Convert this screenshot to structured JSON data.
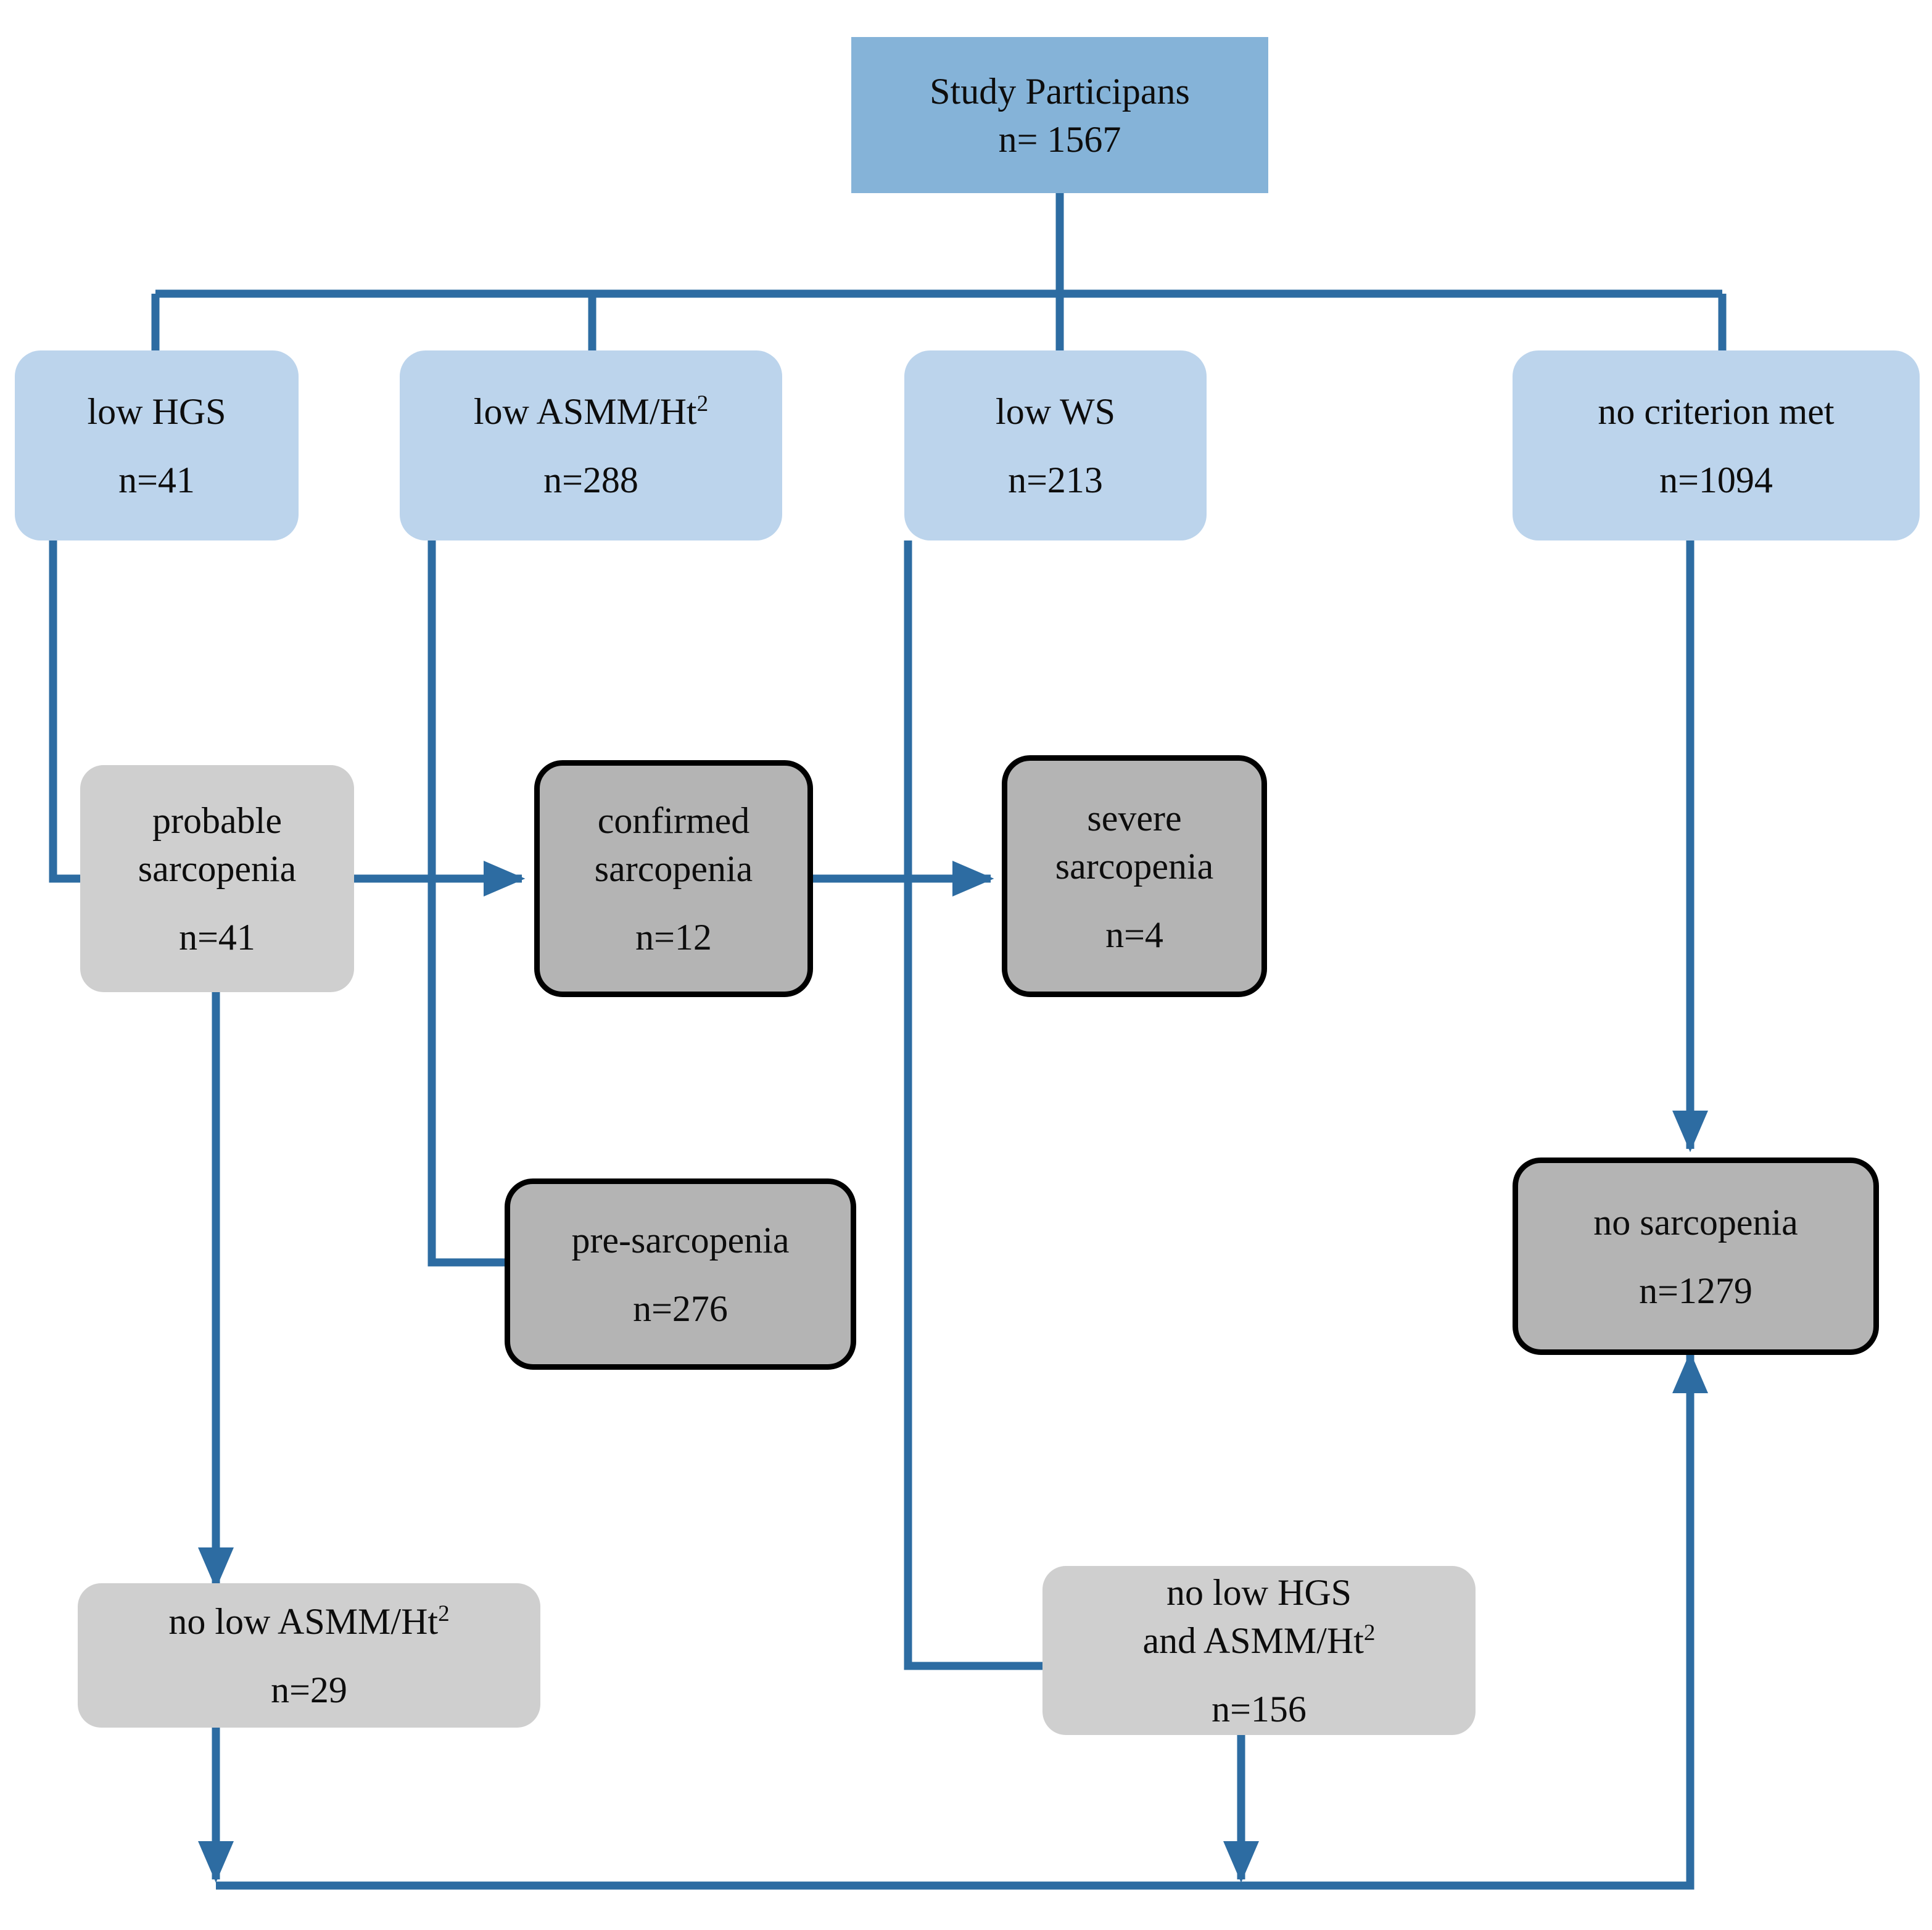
{
  "diagram": {
    "title": "Sarcopenia case-finding flowchart",
    "colors": {
      "connector_blue": "#2d6ca2",
      "root_fill": "#85b3d8",
      "criterion_fill": "#bcd4ec",
      "soft_gray_fill": "#cfcfcf",
      "hard_gray_fill": "#b4b4b4",
      "outline_black": "#000000",
      "text": "#0d0d0d"
    },
    "nodes": {
      "root": {
        "label": "Study Participans",
        "count": "n= 1567"
      },
      "low_hgs": {
        "label": "low HGS",
        "count": "n=41"
      },
      "low_asmm": {
        "label": "low ASMM/Ht",
        "label_sup": "2",
        "count": "n=288"
      },
      "low_ws": {
        "label": "low WS",
        "count": "n=213"
      },
      "no_criterion": {
        "label": "no criterion met",
        "count": "n=1094"
      },
      "probable": {
        "line1": "probable",
        "line2": "sarcopenia",
        "count": "n=41"
      },
      "confirmed": {
        "line1": "confirmed",
        "line2": "sarcopenia",
        "count": "n=12"
      },
      "severe": {
        "line1": "severe",
        "line2": "sarcopenia",
        "count": "n=4"
      },
      "pre": {
        "label": "pre-sarcopenia",
        "count": "n=276"
      },
      "no_sarcopenia": {
        "label": "no sarcopenia",
        "count": "n=1279"
      },
      "no_low_asmm": {
        "label": "no low ASMM/Ht",
        "label_sup": "2",
        "count": "n=29"
      },
      "no_low_hgs_asmm": {
        "line1": "no low HGS",
        "line2": "and ASMM/Ht",
        "line2_sup": "2",
        "count": "n=156"
      }
    }
  }
}
